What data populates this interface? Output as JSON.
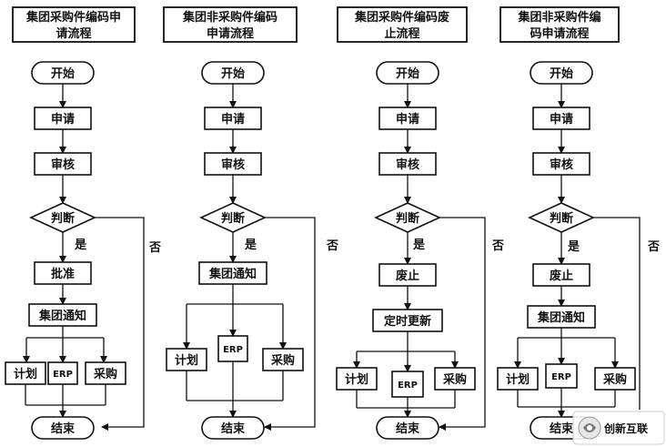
{
  "flows": [
    {
      "title_lines": [
        "集团采购件编码申",
        "请流程"
      ],
      "steps": {
        "start": "开始",
        "apply": "申请",
        "review": "审核",
        "decide": "判断",
        "yes": "是",
        "no": "否",
        "end": "结束"
      },
      "middle": [
        "批准",
        "集团通知"
      ],
      "branches": [
        "计划",
        "ERP",
        "采购"
      ]
    },
    {
      "title_lines": [
        "集团非采购件编码",
        "申请流程"
      ],
      "steps": {
        "start": "开始",
        "apply": "申请",
        "review": "审核",
        "decide": "判断",
        "yes": "是",
        "no": "否",
        "end": "结束"
      },
      "middle": [
        "集团通知"
      ],
      "branches": [
        "计划",
        "ERP",
        "采购"
      ]
    },
    {
      "title_lines": [
        "集团采购件编码废",
        "止流程"
      ],
      "steps": {
        "start": "开始",
        "apply": "申请",
        "review": "审核",
        "decide": "判断",
        "yes": "是",
        "no": "否",
        "end": "结束"
      },
      "middle": [
        "废止",
        "定时更新"
      ],
      "branches": [
        "计划",
        "ERP",
        "采购"
      ]
    },
    {
      "title_lines": [
        "集团非采购件编",
        "码申请流程"
      ],
      "steps": {
        "start": "开始",
        "apply": "申请",
        "review": "审核",
        "decide": "判断",
        "yes": "是",
        "no": "否",
        "end": "结束"
      },
      "middle": [
        "废止",
        "集团通知"
      ],
      "branches": [
        "计划",
        "ERP",
        "采购"
      ]
    }
  ],
  "watermark": {
    "text": "创新互联",
    "icon": "logo-icon"
  }
}
